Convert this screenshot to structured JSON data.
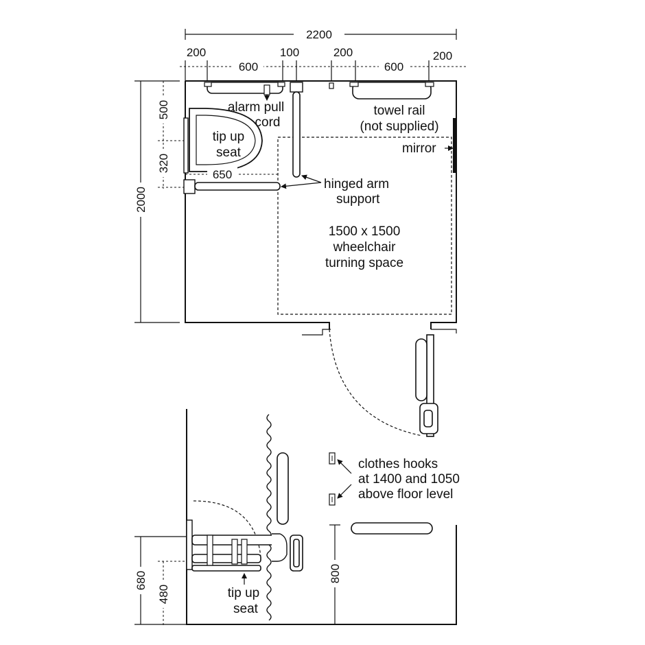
{
  "dimensions": {
    "overall_width": "2200",
    "top_200_left": "200",
    "top_600_left": "600",
    "top_100": "100",
    "top_200_mid": "200",
    "top_600_right": "600",
    "top_200_right": "200",
    "left_500": "500",
    "left_320": "320",
    "plan_depth": "2000",
    "arm_650": "650",
    "elev_680": "680",
    "elev_480": "480",
    "elev_800": "800"
  },
  "labels": {
    "alarm_line1": "alarm pull",
    "alarm_line2": "cord",
    "seat_line1": "tip up",
    "seat_line2": "seat",
    "towel_line1": "towel rail",
    "towel_line2": "(not supplied)",
    "mirror": "mirror",
    "arm_line1": "hinged arm",
    "arm_line2": "support",
    "turn_line1": "1500 x 1500",
    "turn_line2": "wheelchair",
    "turn_line3": "turning space",
    "hooks_line1": "clothes hooks",
    "hooks_line2": "at 1400 and 1050",
    "hooks_line3": "above floor level",
    "elev_seat_line1": "tip up",
    "elev_seat_line2": "seat"
  }
}
